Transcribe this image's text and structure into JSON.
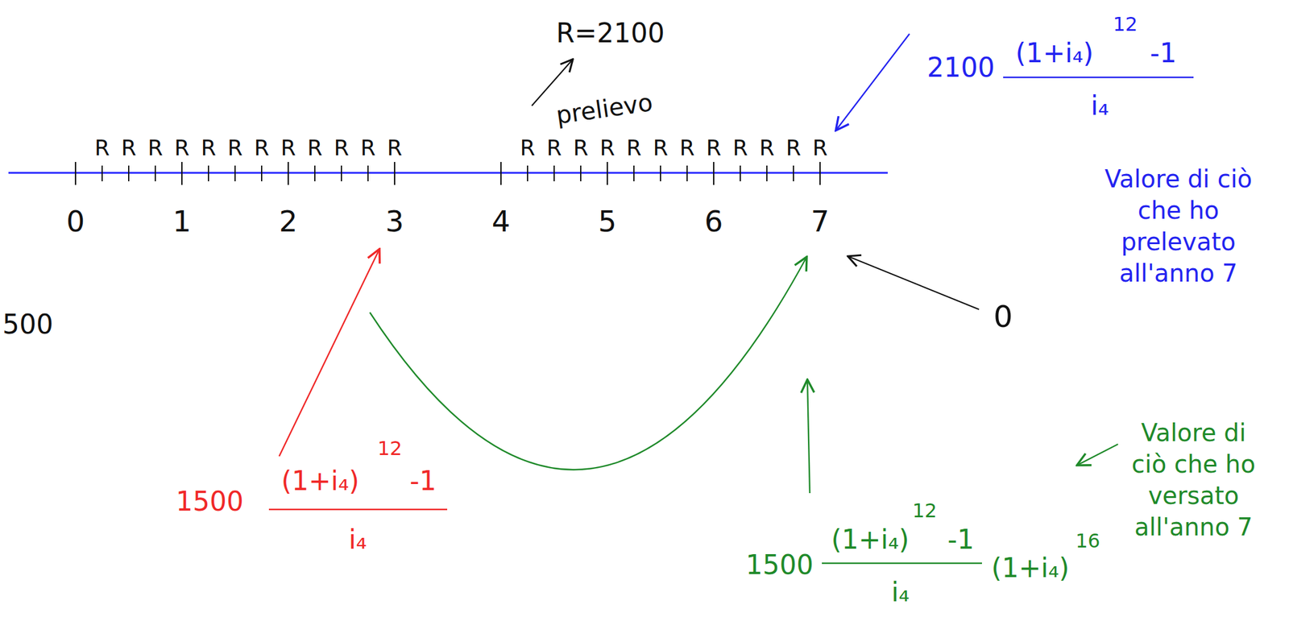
{
  "diagram": {
    "labels": [
      "R=2100",
      "prelievo",
      "R",
      "R",
      "R",
      "R",
      "R",
      "R",
      "R",
      "R",
      "R",
      "R",
      "R",
      "R",
      "R",
      "R",
      "R",
      "R",
      "R",
      "R",
      "R",
      "R",
      "R",
      "R",
      "R",
      "R",
      "0",
      "1",
      "2",
      "3",
      "4",
      "5",
      "6",
      "7",
      "2100",
      "(1+i₄)",
      "12",
      "-1",
      "i₄",
      "Valore di ciò che ho prelevato all'anno 7",
      "0",
      "500",
      "1500",
      "(1+i₄)",
      "12",
      "-1",
      "i₄",
      "1500",
      "(1+i₄)",
      "12",
      "-1",
      "i₄",
      "(1+i₄)",
      "16",
      "Valore di ciò che ho versato all'anno 7"
    ]
  }
}
